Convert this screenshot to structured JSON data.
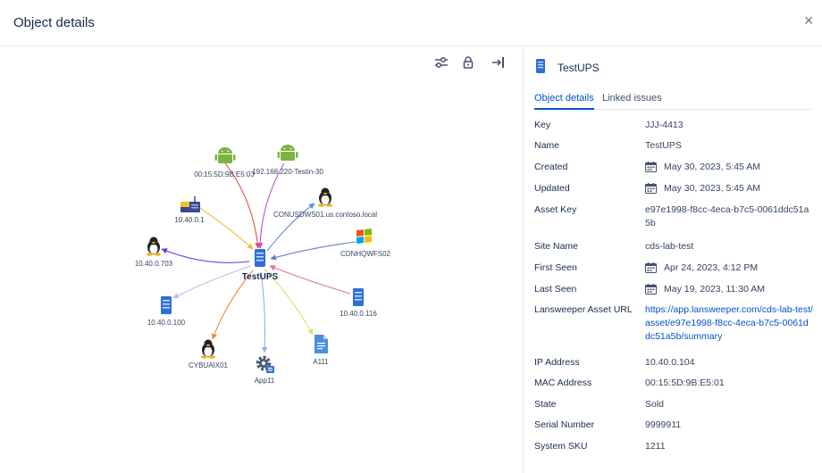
{
  "header": {
    "title": "Object details",
    "close_glyph": "×"
  },
  "toolbar": {
    "icons": [
      "sliders-icon",
      "lock-icon",
      "collapse-panel-icon"
    ]
  },
  "graph": {
    "center": {
      "label": "TestUPS",
      "icon": "server-icon"
    },
    "nodes": [
      {
        "id": "n1",
        "label": "00:15:5D:9B:E5:03",
        "icon": "android-icon"
      },
      {
        "id": "n2",
        "label": "192.168.220-Testin-30",
        "icon": "android-icon"
      },
      {
        "id": "n3",
        "label": "CONUSDWS01.us.contoso.local",
        "icon": "linux-icon"
      },
      {
        "id": "n4",
        "label": "10.40.0.1",
        "icon": "network-device-icon"
      },
      {
        "id": "n5",
        "label": "CDNHQWFS02",
        "icon": "windows-icon"
      },
      {
        "id": "n6",
        "label": "10.40.0.703",
        "icon": "linux-icon"
      },
      {
        "id": "n7",
        "label": "10.40.0.116",
        "icon": "server-icon"
      },
      {
        "id": "n8",
        "label": "10.40.0.100",
        "icon": "server-icon"
      },
      {
        "id": "n9",
        "label": "A111",
        "icon": "document-icon"
      },
      {
        "id": "n10",
        "label": "CYBUAIX01",
        "icon": "linux-icon"
      },
      {
        "id": "n11",
        "label": "App11",
        "icon": "gear-app-icon"
      }
    ]
  },
  "details": {
    "asset_name": "TestUPS",
    "tabs": [
      {
        "label": "Object details",
        "active": true
      },
      {
        "label": "Linked issues",
        "active": false
      }
    ],
    "fields": [
      {
        "label": "Key",
        "value": "JJJ-4413"
      },
      {
        "label": "Name",
        "value": "TestUPS"
      },
      {
        "label": "Created",
        "value": "May 30, 2023, 5:45 AM",
        "calendar": true
      },
      {
        "label": "Updated",
        "value": "May 30, 2023, 5:45 AM",
        "calendar": true
      },
      {
        "label": "Asset Key",
        "value": "e97e1998-f8cc-4eca-b7c5-0061ddc51a5b"
      },
      {
        "label": "Site Name",
        "value": "cds-lab-test"
      },
      {
        "label": "First Seen",
        "value": "Apr 24, 2023, 4:12 PM",
        "calendar": true
      },
      {
        "label": "Last Seen",
        "value": "May 19, 2023, 11:30 AM",
        "calendar": true
      },
      {
        "label": "Lansweeper Asset URL",
        "value": "https://app.lansweeper.com/cds-lab-test/asset/e97e1998-f8cc-4eca-b7c5-0061ddc51a5b/summary",
        "link": true
      },
      {
        "label": "IP Address",
        "value": "10.40.0.104"
      },
      {
        "label": "MAC Address",
        "value": "00:15:5D:9B:E5:01"
      },
      {
        "label": "State",
        "value": "Sold"
      },
      {
        "label": "Serial Number",
        "value": "9999911"
      },
      {
        "label": "System SKU",
        "value": "1211"
      }
    ]
  }
}
